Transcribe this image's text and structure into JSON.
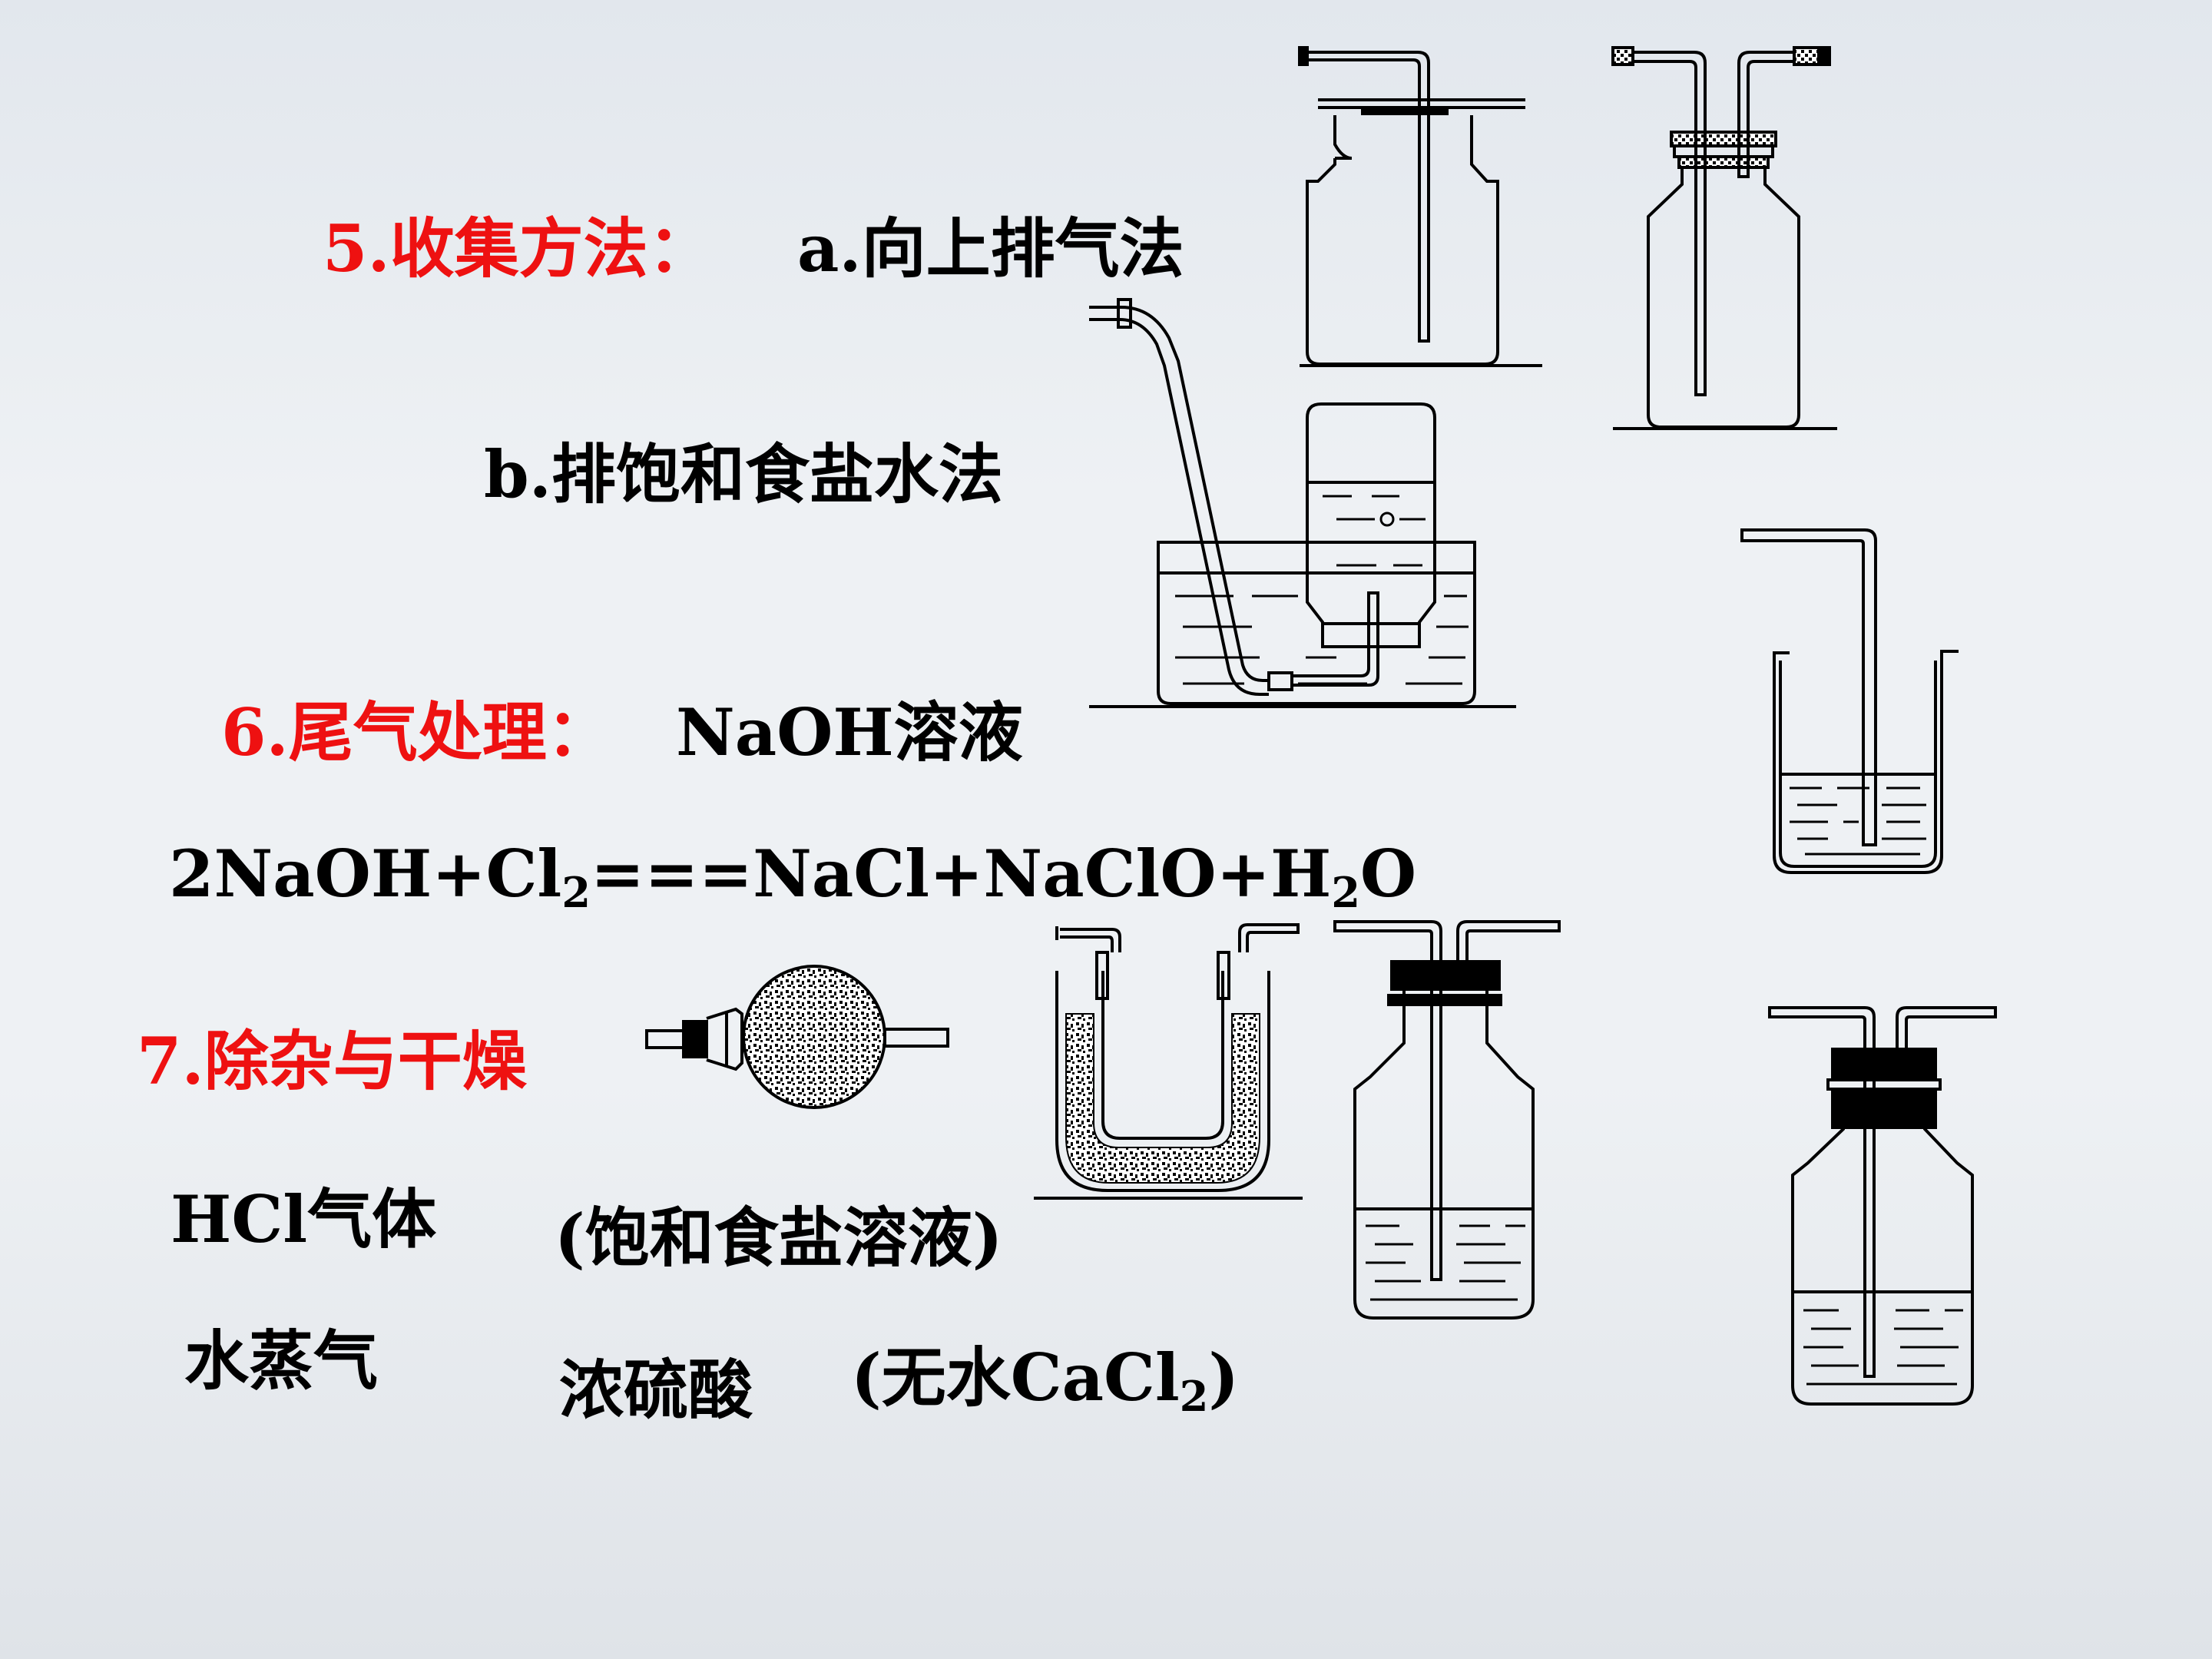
{
  "colors": {
    "heading": "#ee1111",
    "body": "#000000",
    "background": "#eef1f4"
  },
  "section5": {
    "heading": "5.收集方法：",
    "method_a": "a.向上排气法",
    "method_b": "b.排饱和食盐水法"
  },
  "section6": {
    "heading": "6.尾气处理：",
    "reagent": "NaOH溶液",
    "equation": {
      "p1": "2NaOH+Cl",
      "s1": "2",
      "p2": "===NaCl+NaClO+H",
      "s2": "2",
      "p3": "O"
    }
  },
  "section7": {
    "heading": "7.除杂与干燥",
    "hcl_label": "HCl气体",
    "hcl_reagent": "(饱和食盐溶液)",
    "water_label": "水蒸气",
    "water_reagent": "浓硫酸",
    "alt_reagent": {
      "p1": "(无水CaCl",
      "s1": "2",
      "p2": ")"
    }
  },
  "icons": [
    "gas-bottle-long-tube-icon",
    "gas-washing-bottle-icon",
    "water-trough-collection-icon",
    "beaker-absorption-icon",
    "drying-tube-icon",
    "u-tube-icon",
    "wash-bottle-liquid-icon",
    "wash-bottle-liquid-icon"
  ]
}
